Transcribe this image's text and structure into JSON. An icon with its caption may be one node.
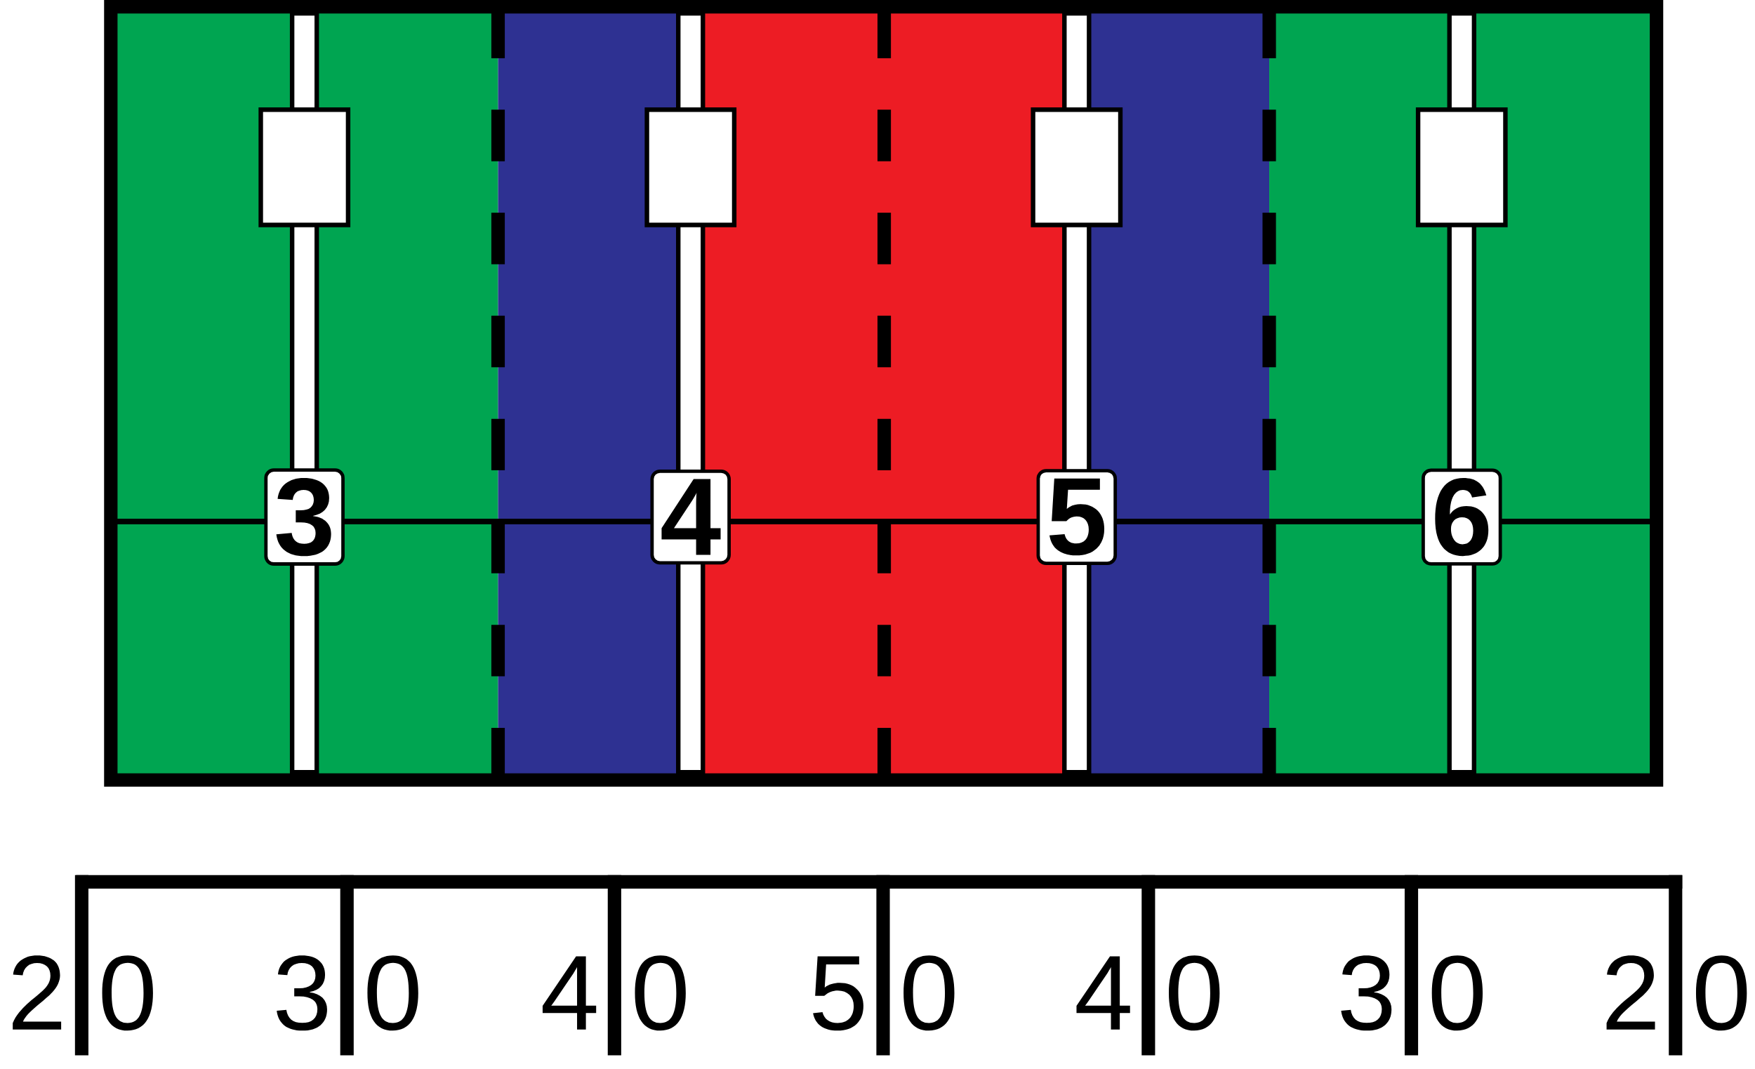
{
  "diagram": {
    "labels": [
      "3",
      "4",
      "5",
      "6",
      "2",
      "0",
      "3",
      "0",
      "4",
      "0",
      "5",
      "0",
      "4",
      "0",
      "3",
      "0",
      "2",
      "0"
    ]
  }
}
